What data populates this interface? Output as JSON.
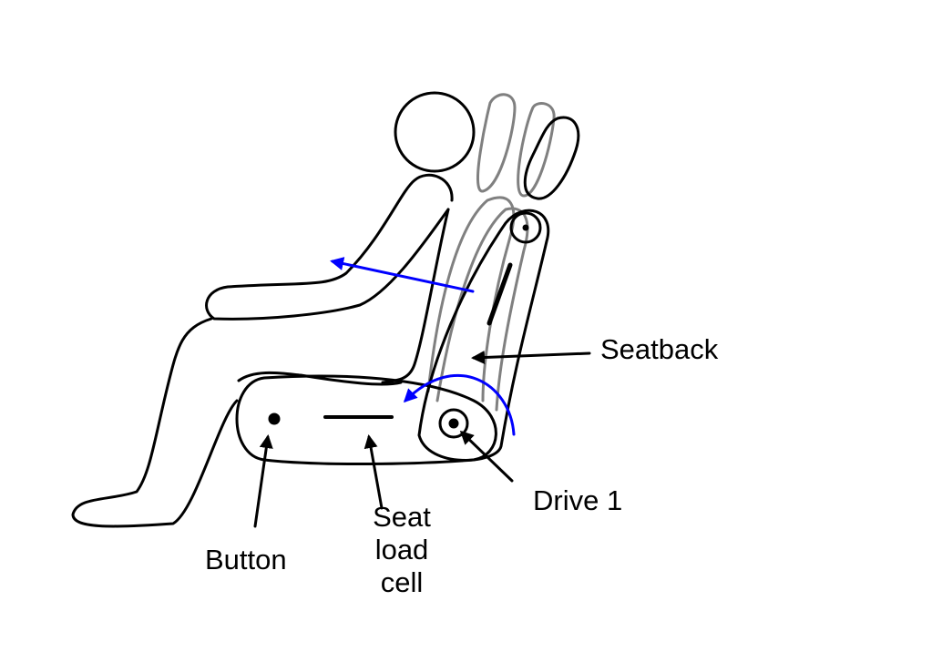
{
  "labels": {
    "seatback": "Seatback",
    "drive": "Drive 1",
    "button": "Button",
    "load_cell": [
      "Seat",
      "load",
      "cell"
    ]
  },
  "colors": {
    "outline": "#000000",
    "ghost": "#808080",
    "motion": "#0000ff"
  }
}
